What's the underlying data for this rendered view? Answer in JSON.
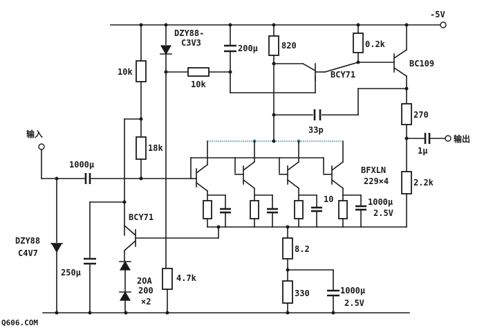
{
  "supply": {
    "voltage_label": "-5V"
  },
  "io": {
    "input_label": "输入",
    "output_label": "输出"
  },
  "components": {
    "zener_top": {
      "line1": "DZY88-",
      "line2": "C3V3"
    },
    "zener_bottom": {
      "line1": "DZY88",
      "line2": "C4V7"
    },
    "c_200u": "200μ",
    "r_820": "820",
    "r_0_2k": "0.2k",
    "q_bcy71_top": "BCY71",
    "q_bc109": "BC109",
    "r_10k_left": "10k",
    "r_10k_mid": "10k",
    "r_270": "270",
    "c_33p": "33p",
    "c_1u": "1μ",
    "r_18k": "18k",
    "c_1000u_in": "1000μ",
    "q_array": {
      "line1": "BFXLN",
      "line2": "229×4"
    },
    "r_2_2k": "2.2k",
    "c_10": "10",
    "c_1000u_emitter": {
      "line1": "1000μ",
      "line2": "2.5V"
    },
    "q_bcy71_bottom": "BCY71",
    "c_250u": "250μ",
    "diodes": {
      "line1": "2OA",
      "line2": "200",
      "line3": "×2"
    },
    "r_4_7k": "4.7k",
    "r_8_2": "8.2",
    "r_330": "330",
    "c_1000u_bottom": {
      "line1": "1000μ",
      "line2": "2.5V"
    }
  },
  "watermark": "Q606.COM"
}
